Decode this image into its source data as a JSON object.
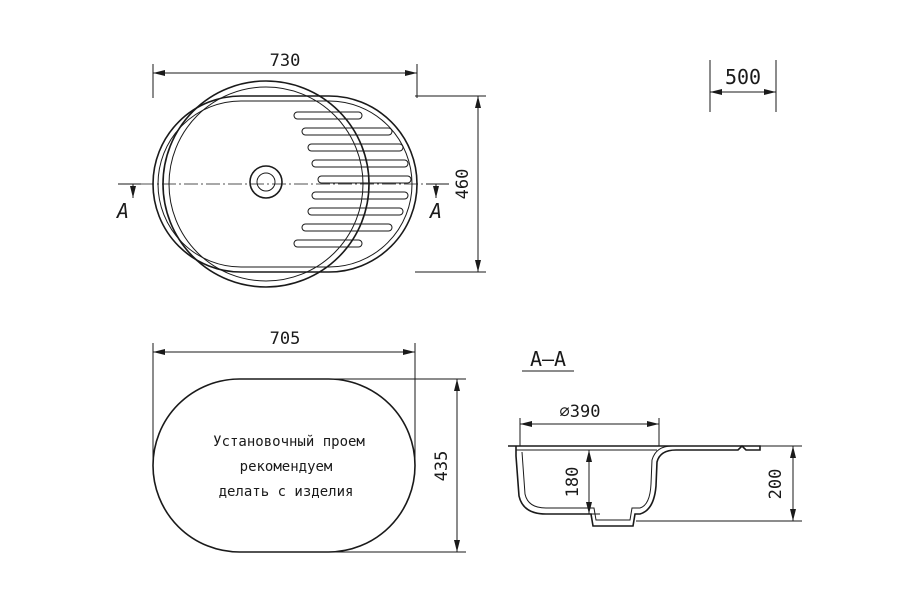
{
  "top_view": {
    "width_dim": "730",
    "height_dim": "460",
    "section_mark": "A"
  },
  "cabinet": {
    "dim": "500"
  },
  "cutout_view": {
    "width_dim": "705",
    "height_dim": "435",
    "note_lines": [
      "Установочный проем",
      "рекомендуем",
      "делать с изделия"
    ]
  },
  "section_view": {
    "title": "А–А",
    "bowl_diameter": "⌀390",
    "bowl_depth": "180",
    "total_depth": "200"
  }
}
